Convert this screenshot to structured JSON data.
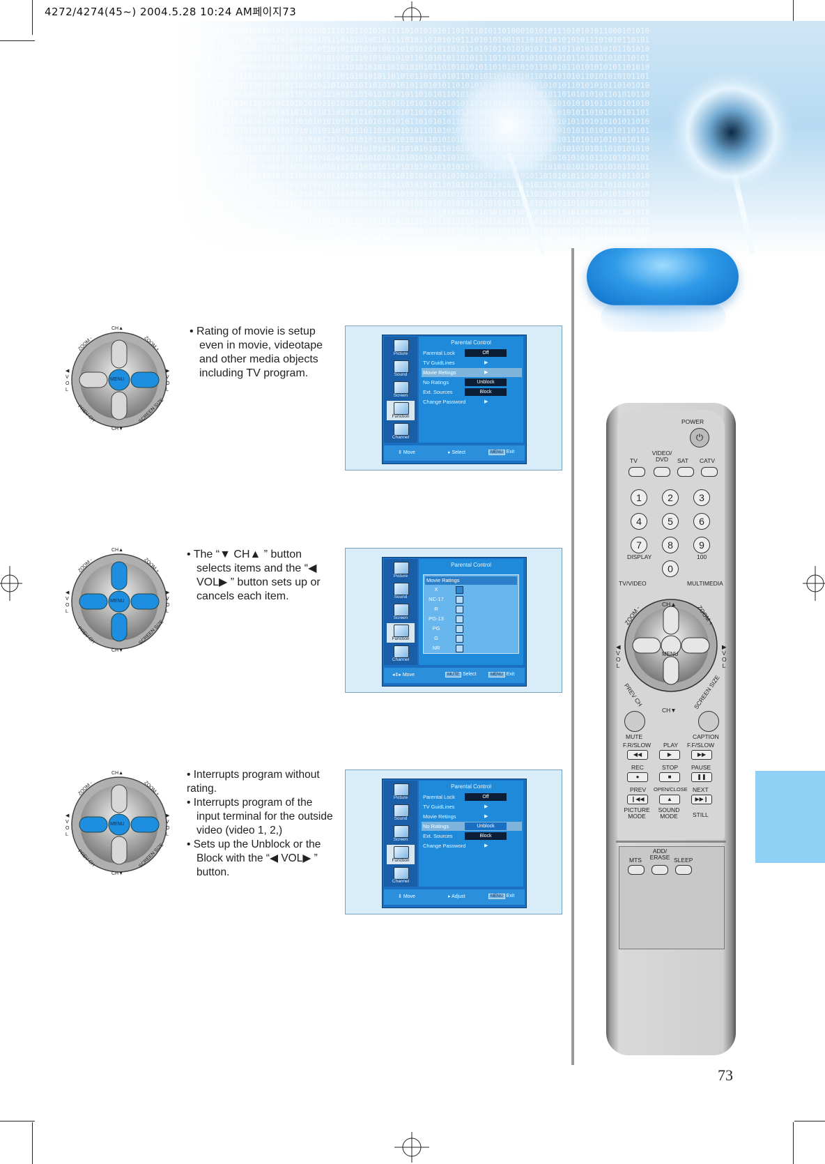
{
  "header": {
    "slug": "4272/4274(45~) 2004.5.28 10:24 AM페이지73"
  },
  "page_number": "73",
  "sections": [
    {
      "bullets": [
        "• Rating of movie is setup even in movie, videotape and other media objects including TV program."
      ]
    },
    {
      "bullets": [
        "• The “▼ CH▲ ” button selects items and the “◀ VOL▶ ” button sets up or cancels each item."
      ]
    },
    {
      "bullets": [
        "• Interrupts program without rating.",
        "• Interrupts program of the input terminal for the outside video (video 1, 2,)",
        "• Sets up the Unblock or the Block with the “◀ VOL▶ ” button."
      ]
    }
  ],
  "dpad": {
    "ch_up": "CH▲",
    "ch_down": "CH▼",
    "zoom_minus": "ZOOM -",
    "zoom_plus": "ZOOM +",
    "vol_left": "◀ V O L",
    "vol_right": "▶ V O L",
    "prev_ch": "PREV CH",
    "screen_size": "SCREEN SIZE",
    "menu": "MENU"
  },
  "osd_sidebar": [
    "Picture",
    "Sound",
    "Screen",
    "Function",
    "Channel"
  ],
  "osd1": {
    "title": "Parental Control",
    "rows": [
      {
        "k": "Parental Lock",
        "v": "Off"
      },
      {
        "k": "TV GuidLines",
        "v": "▶"
      },
      {
        "k": "Movie Retings",
        "v": "▶"
      },
      {
        "k": "No Ratings",
        "v": "Unblock"
      },
      {
        "k": "Ext. Sources",
        "v": "Block"
      },
      {
        "k": "Change Password",
        "v": "▶"
      }
    ],
    "footer": {
      "move": "Move",
      "select": "Select",
      "menu": "MENU",
      "exit": "Exit"
    }
  },
  "osd2": {
    "title": "Parental Control",
    "box_title": "Movie Ratings",
    "ratings": [
      "X",
      "NC-17",
      "R",
      "PG-13",
      "PG",
      "G",
      "NR"
    ],
    "footer": {
      "move": "Move",
      "mute": "MUTE",
      "select": "Select",
      "menu": "MENU",
      "exit": "Exit"
    }
  },
  "osd3": {
    "title": "Parental Control",
    "rows": [
      {
        "k": "Parental Lock",
        "v": "Off"
      },
      {
        "k": "TV GuidLines",
        "v": "▶"
      },
      {
        "k": "Movie Retings",
        "v": "▶"
      },
      {
        "k": "No Ratings",
        "v": "Unblock"
      },
      {
        "k": "Ext. Sources",
        "v": "Block"
      },
      {
        "k": "Change Password",
        "v": "▶"
      }
    ],
    "footer": {
      "move": "Move",
      "adjust": "Adjust",
      "menu": "MENU",
      "exit": "Exit"
    }
  },
  "remote": {
    "power": "POWER",
    "sources": [
      "TV",
      "VIDEO/ DVD",
      "SAT",
      "CATV"
    ],
    "digits": [
      "1",
      "2",
      "3",
      "4",
      "5",
      "6",
      "7",
      "8",
      "9",
      "0"
    ],
    "display": "DISPLAY",
    "hundred": "100",
    "tv_video": "TV/VIDEO",
    "multimedia": "MULTIMEDIA",
    "mute": "MUTE",
    "caption": "CAPTION",
    "transport_row1": [
      "F.R/SLOW",
      "PLAY",
      "F.F/SLOW"
    ],
    "transport_row2": [
      "REC",
      "STOP",
      "PAUSE"
    ],
    "transport_row3": [
      "PREV",
      "OPEN/CLOSE",
      "NEXT"
    ],
    "picture_mode": "PICTURE MODE",
    "sound_mode": "SOUND MODE",
    "still": "STILL",
    "mts": "MTS",
    "add_erase": "ADD/ ERASE",
    "sleep": "SLEEP"
  }
}
